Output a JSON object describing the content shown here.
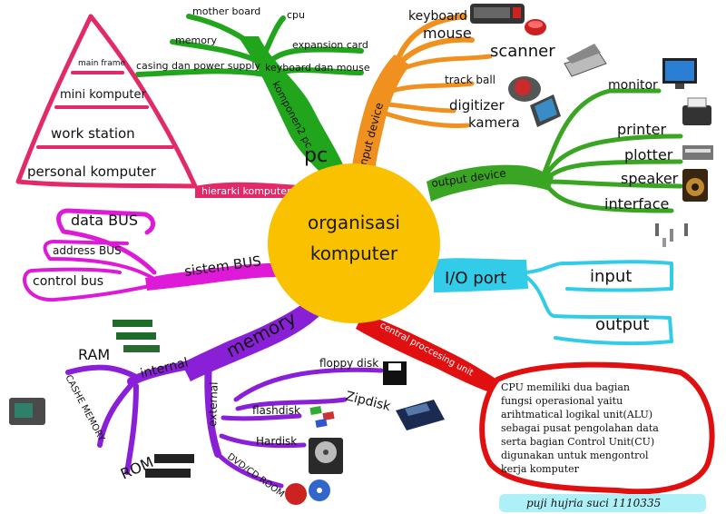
{
  "center": {
    "line1": "organisasi",
    "line2": "komputer"
  },
  "colors": {
    "center": "#f9c100",
    "pc": "#21a51c",
    "input": "#f0901e",
    "output": "#3aa522",
    "io": "#33cce8",
    "cpu": "#e01010",
    "memory": "#8a1fd8",
    "bus": "#de1ad8",
    "hierarchy": "#e32a68"
  },
  "pc": {
    "label": "pc",
    "sub": "komponen2 pc",
    "items": [
      "mother board",
      "cpu",
      "memory",
      "expansion card",
      "casing dan power supply",
      "keyboard dan mouse"
    ]
  },
  "input": {
    "label": "input device",
    "items": [
      "keyboard",
      "mouse",
      "scanner",
      "track ball",
      "digitizer",
      "kamera"
    ]
  },
  "output": {
    "label": "output device",
    "items": [
      "monitor",
      "printer",
      "plotter",
      "speaker",
      "interface"
    ]
  },
  "io": {
    "label": "I/O port",
    "items": [
      "input",
      "output"
    ]
  },
  "cpu": {
    "label": "central proccesing unit",
    "description": [
      "CPU memiliki dua bagian",
      "fungsi operasional yaitu",
      "arihtmatical logikal unit(ALU)",
      "sebagai pusat pengolahan data",
      "serta bagian Control Unit(CU)",
      "digunakan untuk mengontrol",
      "kerja komputer"
    ]
  },
  "memory": {
    "label": "memory",
    "internal": {
      "label": "internal",
      "items": [
        "RAM",
        "CASHE MEMORY",
        "ROM"
      ]
    },
    "external": {
      "label": "external",
      "items": [
        "floppy disk",
        "Zipdisk",
        "flashdisk",
        "Hardisk",
        "DVD/CD ROOM"
      ]
    }
  },
  "bus": {
    "label": "sistem BUS",
    "items": [
      "data BUS",
      "address BUS",
      "control bus"
    ]
  },
  "hierarchy": {
    "label": "hierarki komputer",
    "levels": [
      "main frame",
      "mini komputer",
      "work station",
      "personal komputer"
    ]
  },
  "author": "puji hujria suci 1110335"
}
